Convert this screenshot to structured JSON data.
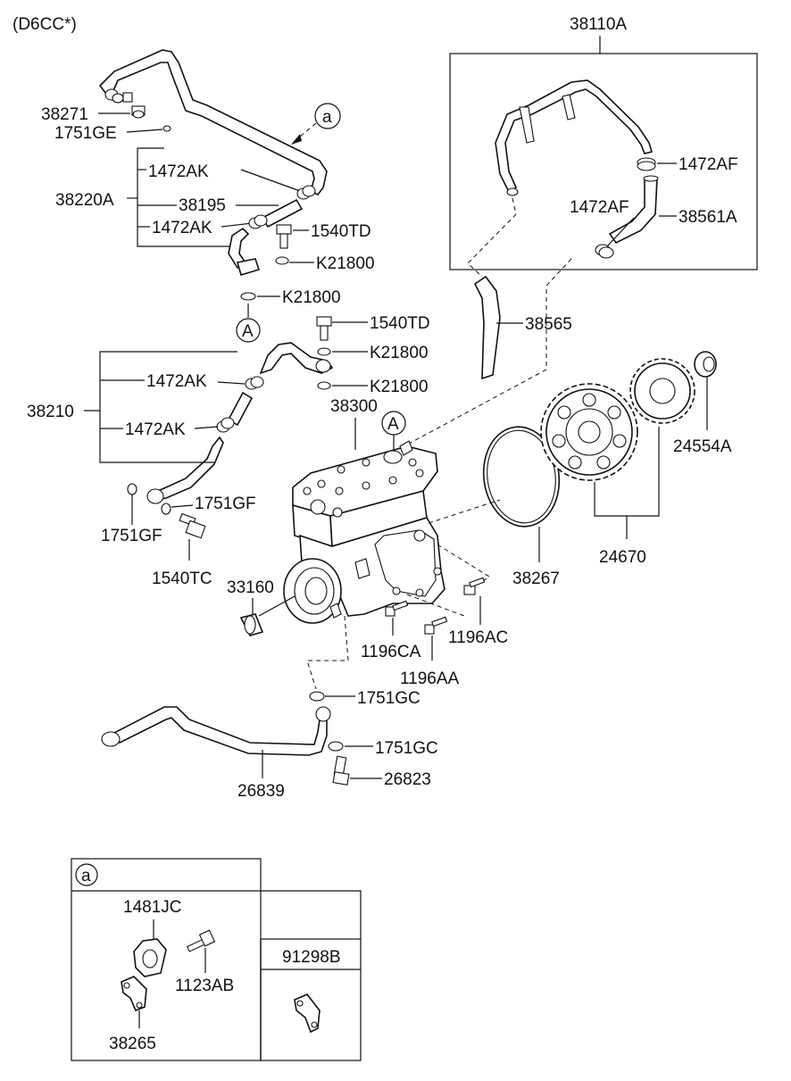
{
  "model": "(D6CC*)",
  "labels": {
    "l38110A": "38110A",
    "l38271": "38271",
    "l1751GE": "1751GE",
    "l38220A": "38220A",
    "l1472AK_a": "1472AK",
    "l38195": "38195",
    "l1472AK_b": "1472AK",
    "l1540TD_a": "1540TD",
    "lK21800_a": "K21800",
    "lK21800_b": "K21800",
    "l1472AF_a": "1472AF",
    "l1472AF_b": "1472AF",
    "l38561A": "38561A",
    "l38565": "38565",
    "l1540TD_b": "1540TD",
    "lK21800_c": "K21800",
    "lK21800_d": "K21800",
    "l38210": "38210",
    "l1472AK_c": "1472AK",
    "l1472AK_d": "1472AK",
    "l38300": "38300",
    "l24554A": "24554A",
    "l1751GF_a": "1751GF",
    "l1751GF_b": "1751GF",
    "l1540TC": "1540TC",
    "l33160": "33160",
    "l24670": "24670",
    "l38267": "38267",
    "l1196AC": "1196AC",
    "l1196CA": "1196CA",
    "l1196AA": "1196AA",
    "l1751GC_a": "1751GC",
    "l1751GC_b": "1751GC",
    "l26823": "26823",
    "l26839": "26839",
    "l1481JC": "1481JC",
    "l1123AB": "1123AB",
    "l38265": "38265",
    "l91298B": "91298B"
  },
  "callouts": {
    "ref_a_small": "a",
    "ref_A_1": "A",
    "ref_A_2": "A",
    "ref_a_box": "a"
  }
}
